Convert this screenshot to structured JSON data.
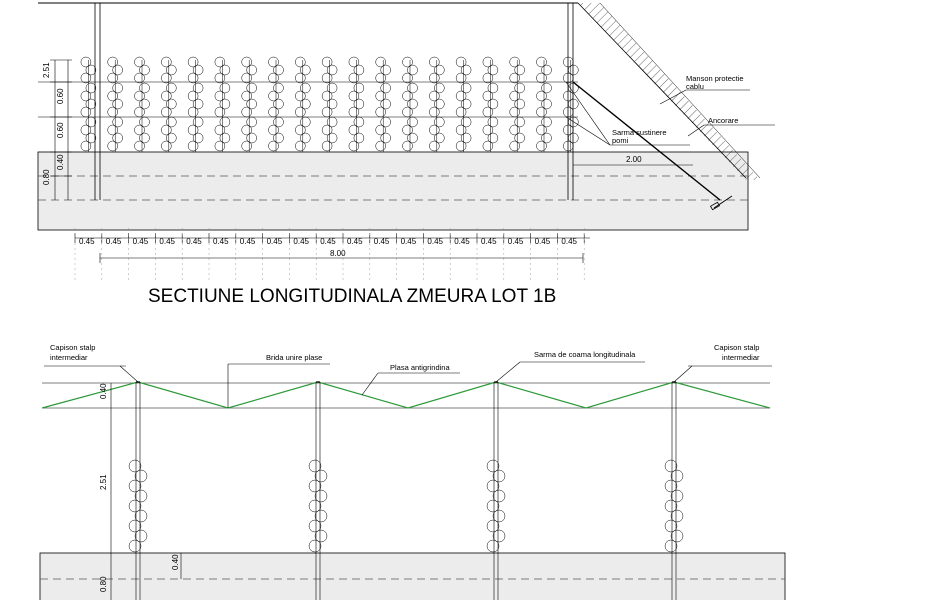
{
  "top_section": {
    "title": "SECTIUNE LONGITUDINALA ZMEURA LOT 1B",
    "labels": {
      "sleeve": [
        "Manson protectie",
        "cablu"
      ],
      "anchor": "Ancorare",
      "wire": [
        "Sarma sustinere",
        "pomi"
      ]
    },
    "vertical_dims": [
      "2.51",
      "0.60",
      "0.60",
      "0.40",
      "0.80"
    ],
    "spacing_label": "0.45",
    "spacing_count": 19,
    "total_length": "8.00",
    "anchor_distance": "2.00"
  },
  "bottom_section": {
    "labels": {
      "cap_left": [
        "Capison stalp",
        "intermediar"
      ],
      "cap_right": [
        "Capison stalp",
        "intermediar"
      ],
      "clamp": "Brida unire plase",
      "net": "Plasa antigrindina",
      "ridge_wire": "Sarma de coama longitudinala"
    },
    "vertical_dims": [
      "0.40",
      "2.51",
      "0.40",
      "0.80"
    ]
  },
  "colors": {
    "net": "#2e9a3a",
    "ground": "#ececec",
    "line": "#000000"
  }
}
